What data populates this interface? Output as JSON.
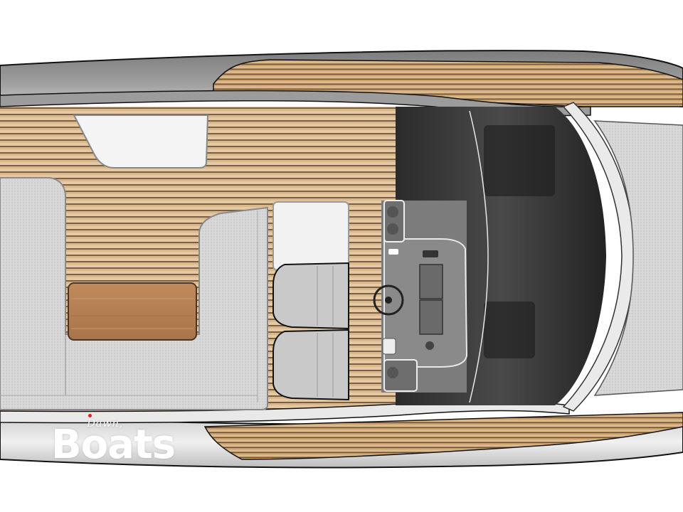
{
  "image": {
    "subject": "Motor boat deck layout plan, top view",
    "areas": [
      {
        "id": "stern-sundeck-cushion",
        "label": "Aft sun pad / sofa cushions"
      },
      {
        "id": "cockpit-table",
        "label": "Teak cockpit table"
      },
      {
        "id": "teak-deck",
        "label": "Teak cockpit floor"
      },
      {
        "id": "storage-hatch",
        "label": "Hatch / cooler lid"
      },
      {
        "id": "helm-seats",
        "label": "Two helm seats"
      },
      {
        "id": "helm-console",
        "label": "Helm dashboard with steering wheel, throttle and two displays"
      },
      {
        "id": "windscreen",
        "label": "Dark tinted windscreen / cabin hatch"
      },
      {
        "id": "bow-sunpad",
        "label": "Bow sun pad"
      },
      {
        "id": "side-decks",
        "label": "Teak side walkways"
      }
    ]
  },
  "colors": {
    "teak_light": "#e3c49c",
    "teak_dark": "#b8915f",
    "table_teak": "#b57f4f",
    "cushion": "#d6d6d6",
    "hull_grey": "#8a8a8a",
    "hull_silver": "#e4e4e4",
    "windscreen_dark": "#2e2e2e",
    "console_grey": "#7a7a7a",
    "hatch_white": "#f4f4f4"
  },
  "watermark": {
    "small": "Dawn,",
    "big": "Boats"
  }
}
